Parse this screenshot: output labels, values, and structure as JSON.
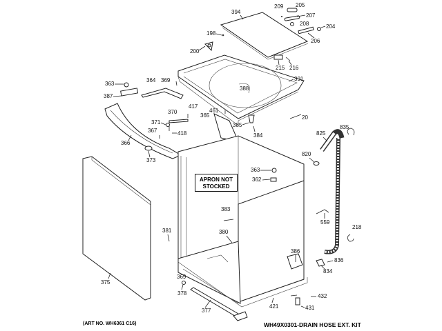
{
  "diagram": {
    "title_note": "WH49X0301-DRAIN HOSE EXT. KIT",
    "art_number": "(ART NO. WH6361 C16)",
    "apron_box": [
      "APRON NOT",
      "STOCKED"
    ],
    "labels": [
      {
        "id": "394",
        "text": "394"
      },
      {
        "id": "209",
        "text": "209"
      },
      {
        "id": "205",
        "text": "205"
      },
      {
        "id": "207",
        "text": "207"
      },
      {
        "id": "208",
        "text": "208"
      },
      {
        "id": "204",
        "text": "204"
      },
      {
        "id": "206",
        "text": "206"
      },
      {
        "id": "198",
        "text": "198"
      },
      {
        "id": "200",
        "text": "200"
      },
      {
        "id": "215",
        "text": "215"
      },
      {
        "id": "216",
        "text": "216"
      },
      {
        "id": "391",
        "text": "391"
      },
      {
        "id": "388",
        "text": "388"
      },
      {
        "id": "363a",
        "text": "363"
      },
      {
        "id": "364",
        "text": "364"
      },
      {
        "id": "369a",
        "text": "369"
      },
      {
        "id": "387",
        "text": "387"
      },
      {
        "id": "417",
        "text": "417"
      },
      {
        "id": "370",
        "text": "370"
      },
      {
        "id": "371",
        "text": "371"
      },
      {
        "id": "418",
        "text": "418"
      },
      {
        "id": "367",
        "text": "367"
      },
      {
        "id": "366",
        "text": "366"
      },
      {
        "id": "373",
        "text": "373"
      },
      {
        "id": "461",
        "text": "461"
      },
      {
        "id": "365",
        "text": "365"
      },
      {
        "id": "385",
        "text": "385"
      },
      {
        "id": "384",
        "text": "384"
      },
      {
        "id": "20",
        "text": "20"
      },
      {
        "id": "825",
        "text": "825"
      },
      {
        "id": "835",
        "text": "835"
      },
      {
        "id": "820",
        "text": "820"
      },
      {
        "id": "363b",
        "text": "363"
      },
      {
        "id": "362",
        "text": "362"
      },
      {
        "id": "383",
        "text": "383"
      },
      {
        "id": "381",
        "text": "381"
      },
      {
        "id": "380",
        "text": "380"
      },
      {
        "id": "559",
        "text": "559"
      },
      {
        "id": "218",
        "text": "218"
      },
      {
        "id": "386",
        "text": "386"
      },
      {
        "id": "836",
        "text": "836"
      },
      {
        "id": "834",
        "text": "834"
      },
      {
        "id": "375",
        "text": "375"
      },
      {
        "id": "369b",
        "text": "369"
      },
      {
        "id": "378",
        "text": "378"
      },
      {
        "id": "377",
        "text": "377"
      },
      {
        "id": "421",
        "text": "421"
      },
      {
        "id": "432",
        "text": "432"
      },
      {
        "id": "431",
        "text": "431"
      }
    ]
  }
}
